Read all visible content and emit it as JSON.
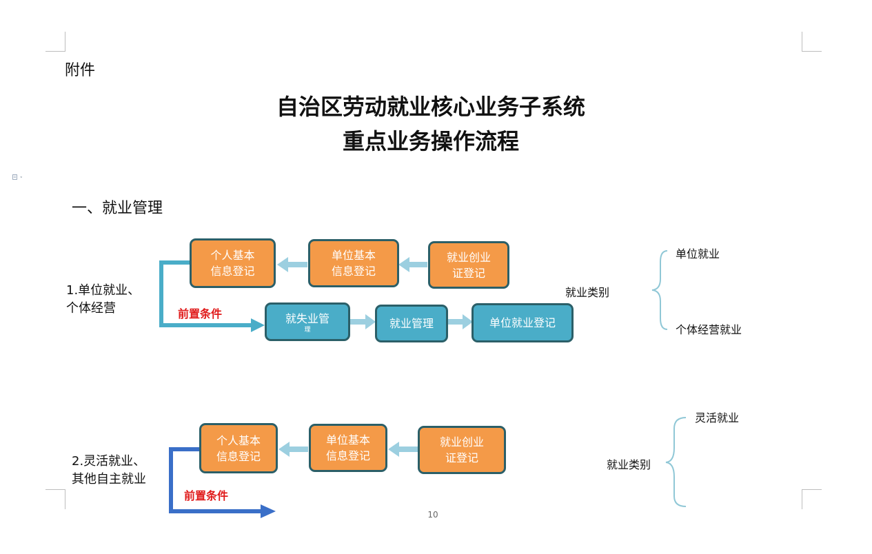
{
  "attachment": "附件",
  "title_line1": "自治区劳动就业核心业务子系统",
  "title_line2": "重点业务操作流程",
  "section_heading": "一、就业管理",
  "flow1": {
    "label_line1": "1.单位就业、",
    "label_line2": "个体经营",
    "precondition": "前置条件",
    "top_boxes": [
      {
        "line1": "个人基本",
        "line2": "信息登记"
      },
      {
        "line1": "单位基本",
        "line2": "信息登记"
      },
      {
        "line1": "就业创业",
        "line2": "证登记"
      }
    ],
    "bottom_boxes": [
      {
        "line1": "就失业管",
        "line2": "理"
      },
      {
        "line1": "就业管理",
        "line2": ""
      },
      {
        "line1": "单位就业登记",
        "line2": ""
      }
    ],
    "category_label": "就业类别",
    "category_items": [
      "单位就业",
      "个体经营就业"
    ]
  },
  "flow2": {
    "label_line1": "2.灵活就业、",
    "label_line2": "其他自主就业",
    "precondition": "前置条件",
    "top_boxes": [
      {
        "line1": "个人基本",
        "line2": "信息登记"
      },
      {
        "line1": "单位基本",
        "line2": "信息登记"
      },
      {
        "line1": "就业创业",
        "line2": "证登记"
      }
    ],
    "category_label": "就业类别",
    "category_items": [
      "灵活就业"
    ]
  },
  "page_number": "10",
  "colors": {
    "orange": "#f49a48",
    "teal": "#4aadc8",
    "arrow_light": "#9ccfe0",
    "arrow_blue": "#3a6fc8",
    "precondition_red": "#e01a1a"
  },
  "icons": [
    "document-icon"
  ]
}
